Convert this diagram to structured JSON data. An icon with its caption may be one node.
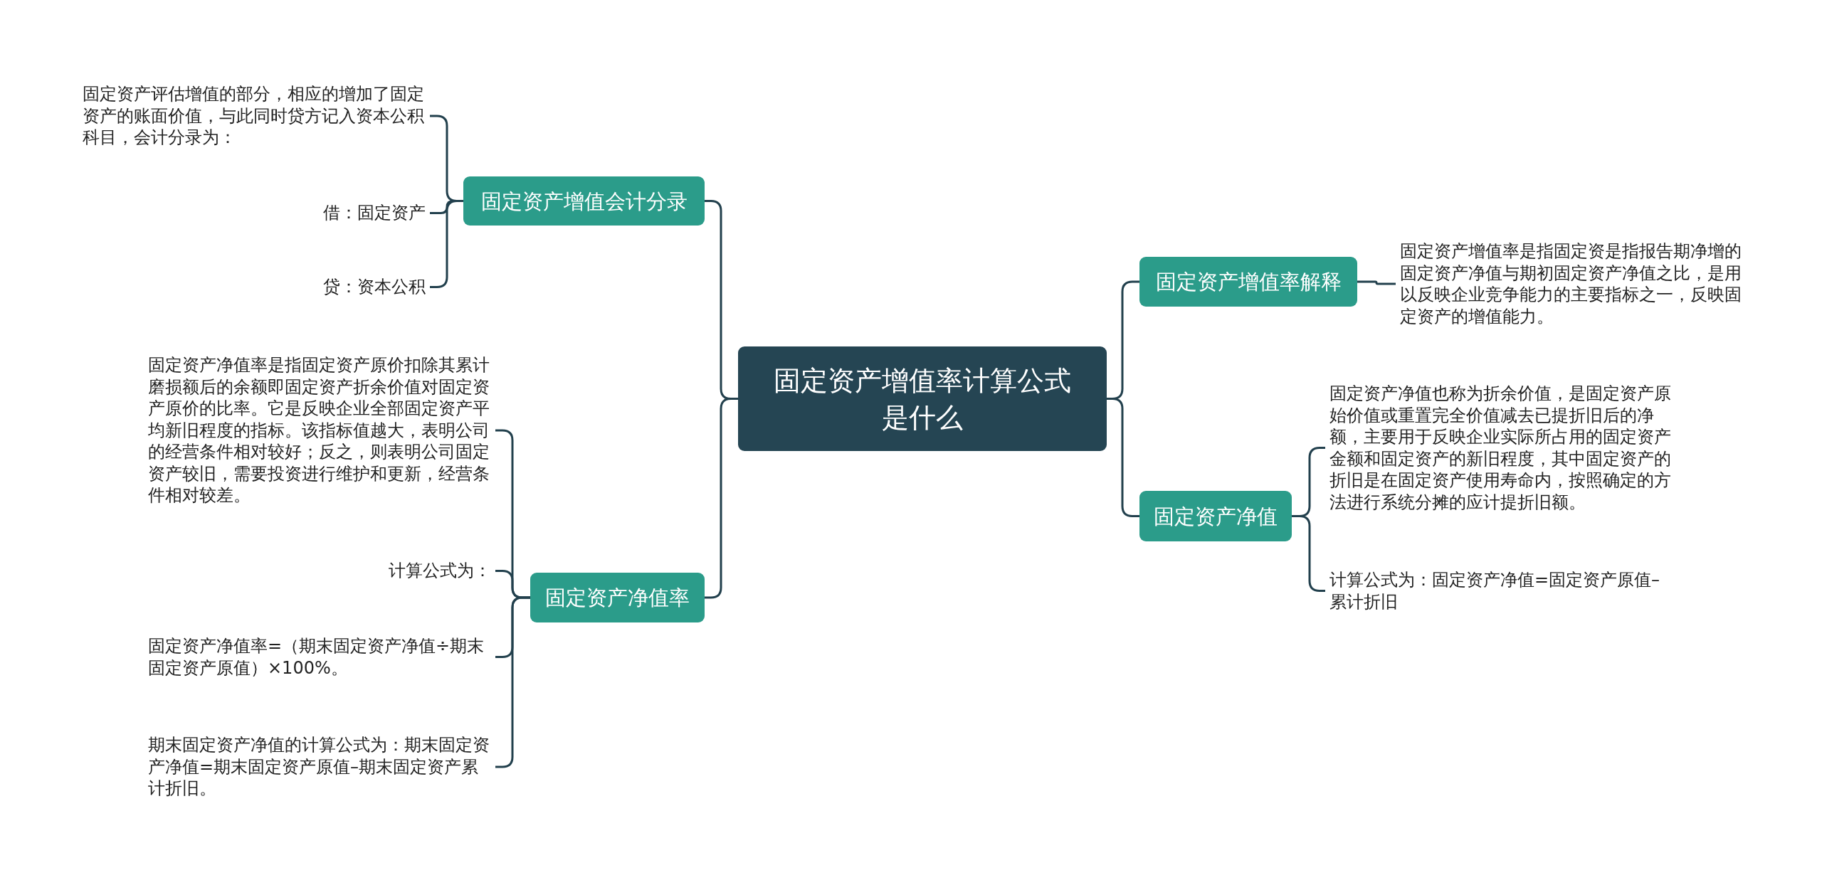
{
  "diagram": {
    "nodes": [
      {
        "text": [
          "固定资产增值率计算公式是什么"
        ]
      },
      {
        "text": [
          "固定资产增值会计分录"
        ]
      },
      {
        "text": [
          "固定资产评估增值的部分，相应的增加了固定资产的账面价值，与此同时贷方记入资本公积科目，会计分录为："
        ]
      },
      {
        "text": [
          "借：固定资产"
        ]
      },
      {
        "text": [
          "贷：资本公积"
        ]
      },
      {
        "text": [
          "固定资产净值率"
        ]
      },
      {
        "text": [
          "固定资产净值率是指固定资产原价扣除其累计磨损额后的余额即固定资产折余价值对固定资产原价的比率。它是反映企业全部固定资产平均新旧程度的指标。该指标值越大，表明公司的经营条件相对较好；反之，则表明公司固定资产较旧，需要投资进行维护和更新，经营条件相对较差。"
        ]
      },
      {
        "text": [
          "计算公式为："
        ]
      },
      {
        "text": [
          "固定资产净值率=（期末固定资产净值÷期末固定资产原值）×100%。"
        ]
      },
      {
        "text": [
          "期末固定资产净值的计算公式为：期末固定资产净值=期末固定资产原值–期末固定资产累计折旧。"
        ]
      },
      {
        "text": [
          "固定资产增值率解释"
        ]
      },
      {
        "text": [
          "固定资产增值率是指固定资是指报告期净增的固定资产净值与期初固定资产净值之比，是用以反映企业竞争能力的主要指标之一，反映固定资产的增值能力。"
        ]
      },
      {
        "text": [
          "固定资产净值"
        ]
      },
      {
        "text": [
          "固定资产净值也称为折余价值，是固定资产原始价值或重置完全价值减去已提折旧后的净额，主要用于反映企业实际所占用的固定资产金额和固定资产的新旧程度，其中固定资产的折旧是在固定资产使用寿命内，按照确定的方法进行系统分摊的应计提折旧额。"
        ]
      },
      {
        "text": [
          "计算公式为：固定资产净值=固定资产原值–累计折旧"
        ]
      }
    ],
    "edges": [
      {
        "from": 0,
        "to": 1,
        "arrow": "none"
      },
      {
        "from": 0,
        "to": 5,
        "arrow": "none"
      },
      {
        "from": 0,
        "to": 10,
        "arrow": "none"
      },
      {
        "from": 0,
        "to": 12,
        "arrow": "none"
      },
      {
        "from": 1,
        "to": 2,
        "arrow": "none"
      },
      {
        "from": 1,
        "to": 3,
        "arrow": "none"
      },
      {
        "from": 1,
        "to": 4,
        "arrow": "none"
      },
      {
        "from": 5,
        "to": 6,
        "arrow": "none"
      },
      {
        "from": 5,
        "to": 7,
        "arrow": "none"
      },
      {
        "from": 5,
        "to": 8,
        "arrow": "none"
      },
      {
        "from": 5,
        "to": 9,
        "arrow": "none"
      },
      {
        "from": 10,
        "to": 11,
        "arrow": "none"
      },
      {
        "from": 12,
        "to": 13,
        "arrow": "none"
      },
      {
        "from": 12,
        "to": 14,
        "arrow": "none"
      }
    ]
  }
}
